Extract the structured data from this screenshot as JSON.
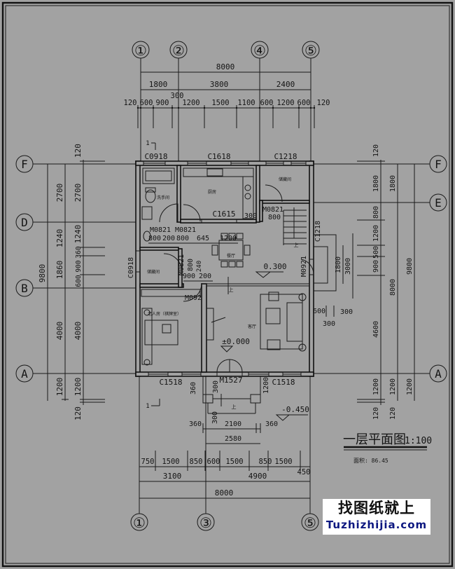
{
  "axis_labels": {
    "top": [
      "①",
      "②",
      "④",
      "⑤"
    ],
    "bottom": [
      "①",
      "③",
      "⑤"
    ],
    "left": [
      "F",
      "D",
      "B",
      "A"
    ],
    "right": [
      "F",
      "E",
      "A"
    ]
  },
  "dims": {
    "top_total": "8000",
    "top_bays": [
      "1800",
      "3800",
      "2400"
    ],
    "top_detail": [
      "120",
      "600",
      "900",
      "300",
      "1200",
      "1500",
      "1100",
      "600",
      "1200",
      "600",
      "120"
    ],
    "left_total": "9800",
    "left_mid": [
      "2700",
      "1240",
      "1860",
      "4000",
      "1200"
    ],
    "left_inner": [
      "120",
      "2700",
      "1240",
      "360",
      "900",
      "600",
      "4000",
      "1200",
      "120"
    ],
    "right_inner": [
      "120",
      "1800",
      "800",
      "1200",
      "500",
      "900",
      "4600",
      "1200",
      "120"
    ],
    "right_mid": [
      "1800",
      "8000",
      "1200",
      "120"
    ],
    "right_outer": [
      "9800",
      "1200"
    ],
    "entrance": [
      "1800",
      "3000",
      "600",
      "300",
      "300"
    ],
    "porch": [
      "360",
      "2100",
      "360",
      "2580",
      "300",
      "300",
      "360",
      "1200"
    ],
    "bottom_detail": [
      "750",
      "1500",
      "850",
      "600",
      "1500",
      "850",
      "1500",
      "450"
    ],
    "bottom_mid": [
      "3100",
      "4900"
    ],
    "bottom_total": "8000",
    "interior": [
      "800",
      "200",
      "800",
      "645",
      "1200",
      "800",
      "300",
      "800",
      "240",
      "900",
      "200"
    ]
  },
  "openings": [
    "C0918",
    "C1618",
    "C1218",
    "C1615",
    "M0821",
    "M0821",
    "M0821",
    "M0821",
    "M092",
    "M0921",
    "C1218",
    "C0918",
    "C1518",
    "M1527",
    "C1518"
  ],
  "rooms": {
    "bathroom": "洗手间",
    "kitchen": "厨房",
    "storage_1": "储藏间",
    "storage_2": "储藏间",
    "dining": "餐厅",
    "living": "客厅",
    "bedroom": "老人房（棋牌室）"
  },
  "elevations": [
    "0.300",
    "±0.000",
    "-0.450"
  ],
  "stair_up": "上",
  "section_mark": "1",
  "title": "一层平面图",
  "scale": "1:100",
  "area_label": "面积: 86.45",
  "watermark": {
    "cn": "找图纸就上",
    "url": "Tuzhizhijia.com"
  }
}
